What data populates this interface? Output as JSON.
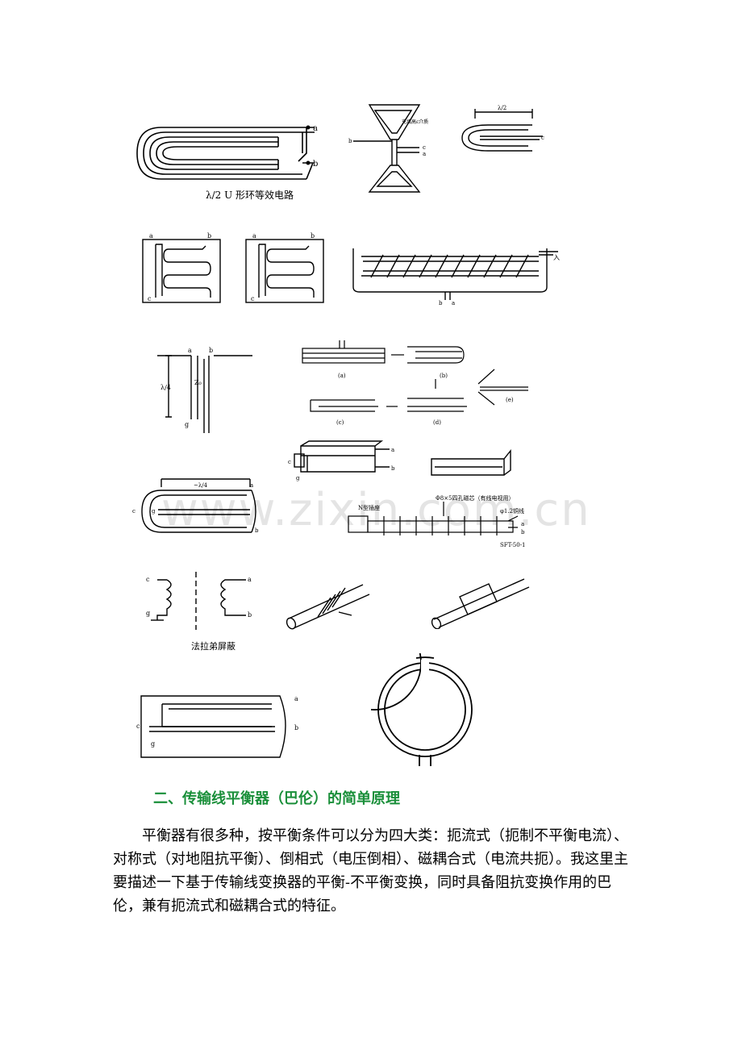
{
  "figures": {
    "u_loop": {
      "caption": "λ/2 U 形环等效电路",
      "a": "a",
      "b": "b"
    },
    "bowtie": {
      "note": "充填高ε介质",
      "b": "b",
      "c": "c",
      "a": "a"
    },
    "halfwave_cup": {
      "dim": "λ/2",
      "c": "c"
    },
    "meander": {
      "a": "a",
      "b": "b",
      "c": "c"
    },
    "helix_trough": {
      "input": "入",
      "b": "b",
      "a": "a"
    },
    "stub": {
      "dim": "λ/4",
      "z": "Z₀",
      "a": "a",
      "b": "b",
      "g": "g"
    },
    "sequence": {
      "a": "(a)",
      "b": "(b)",
      "c": "(c)",
      "d": "(d)",
      "e": "(e)"
    },
    "box_balun": {
      "a": "a",
      "b": "b",
      "c": "c",
      "g": "g"
    },
    "quarter_cyl": {
      "dim": "~λ/4",
      "a": "a",
      "b": "b",
      "c": "c",
      "g": "g"
    },
    "ferrite": {
      "label1": "Φ8×5四孔磁芯（有线电视用）",
      "label2": "φ1.2铜线",
      "label3": "N型插座",
      "label4": "SFT-50-1",
      "a": "a",
      "b": "b"
    },
    "faraday": {
      "caption": "法拉弟屏蔽",
      "c": "c",
      "g": "g",
      "a": "a",
      "b": "b"
    },
    "half_cyl": {
      "a": "a",
      "b": "b",
      "c": "c",
      "g": "g"
    }
  },
  "watermark": "www.zixin.com.cn",
  "section": {
    "heading": "二、传输线平衡器（巴伦）的简单原理",
    "paragraph": "平衡器有很多种，按平衡条件可以分为四大类：扼流式（扼制不平衡电流）、对称式（对地阻抗平衡）、倒相式（电压倒相）、磁耦合式（电流共扼）。我这里主要描述一下基于传输线变换器的平衡-不平衡变换，同时具备阻抗变换作用的巴伦，兼有扼流式和磁耦合式的特征。"
  }
}
